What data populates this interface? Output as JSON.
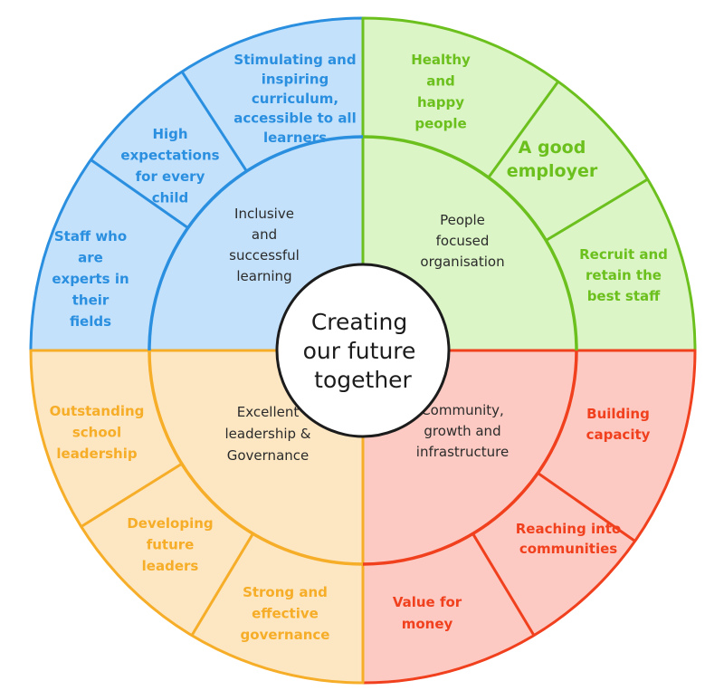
{
  "center": {
    "lines": [
      "Creating",
      "our future",
      "together"
    ]
  },
  "quadrants": [
    {
      "key": "learning",
      "color": "#2b8fe0",
      "fill": "#c3e1fb",
      "title_lines": [
        "Inclusive",
        "and",
        "successful",
        "learning"
      ],
      "segments": [
        {
          "lines": [
            "Stimulating and",
            "inspiring",
            "curriculum,",
            "accessible to all",
            "learners"
          ]
        },
        {
          "lines": [
            "High",
            "expectations",
            "for every",
            "child"
          ]
        },
        {
          "lines": [
            "Staff who",
            "are",
            "experts in",
            "their",
            "fields"
          ]
        }
      ]
    },
    {
      "key": "people",
      "color": "#6cc01e",
      "fill": "#dbf5c6",
      "title_lines": [
        "People",
        "focused",
        "organisation"
      ],
      "segments": [
        {
          "lines": [
            "Healthy",
            "and",
            "happy",
            "people"
          ]
        },
        {
          "lines": [
            "A good",
            "employer"
          ]
        },
        {
          "lines": [
            "Recruit and",
            "retain the",
            "best staff"
          ]
        }
      ]
    },
    {
      "key": "community",
      "color": "#f0401e",
      "fill": "#fccac2",
      "title_lines": [
        "Community,",
        "growth and",
        "infrastructure"
      ],
      "segments": [
        {
          "lines": [
            "Building",
            "capacity"
          ]
        },
        {
          "lines": [
            "Reaching into",
            "communities"
          ]
        },
        {
          "lines": [
            "Value for",
            "money"
          ]
        }
      ]
    },
    {
      "key": "leadership",
      "color": "#f6ad28",
      "fill": "#fde6c2",
      "title_lines": [
        "Excellent",
        "leadership &",
        "Governance"
      ],
      "segments": [
        {
          "lines": [
            "Strong and",
            "effective",
            "governance"
          ]
        },
        {
          "lines": [
            "Developing",
            "future",
            "leaders"
          ]
        },
        {
          "lines": [
            "Outstanding",
            "school",
            "leadership"
          ]
        }
      ]
    }
  ]
}
